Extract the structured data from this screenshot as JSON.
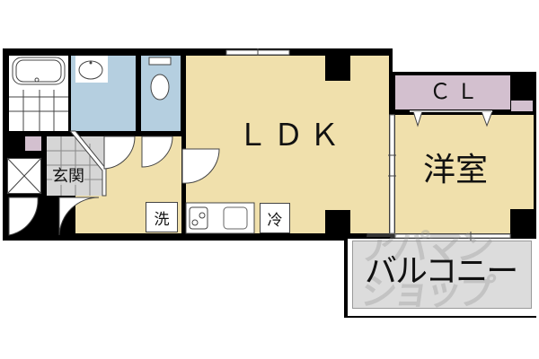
{
  "floorplan": {
    "rooms": {
      "ldk": {
        "label": "ＬＤＫ"
      },
      "western_room": {
        "label": "洋室"
      },
      "closet": {
        "label": "ＣＬ"
      },
      "entrance": {
        "label": "玄関"
      },
      "balcony": {
        "label": "バルコニー"
      }
    },
    "fixtures": {
      "washer": {
        "label": "洗"
      },
      "fridge": {
        "label": "冷"
      }
    },
    "watermark": {
      "line1": "アパマン",
      "line2": "ショップ"
    }
  },
  "colors": {
    "ldk": "#f0e0ac",
    "wet_area": "#b5cfe0",
    "closet": "#d3c0cf",
    "entrance": "#d6d6d6",
    "balcony": "#dcdcdc",
    "wall": "#000000"
  }
}
